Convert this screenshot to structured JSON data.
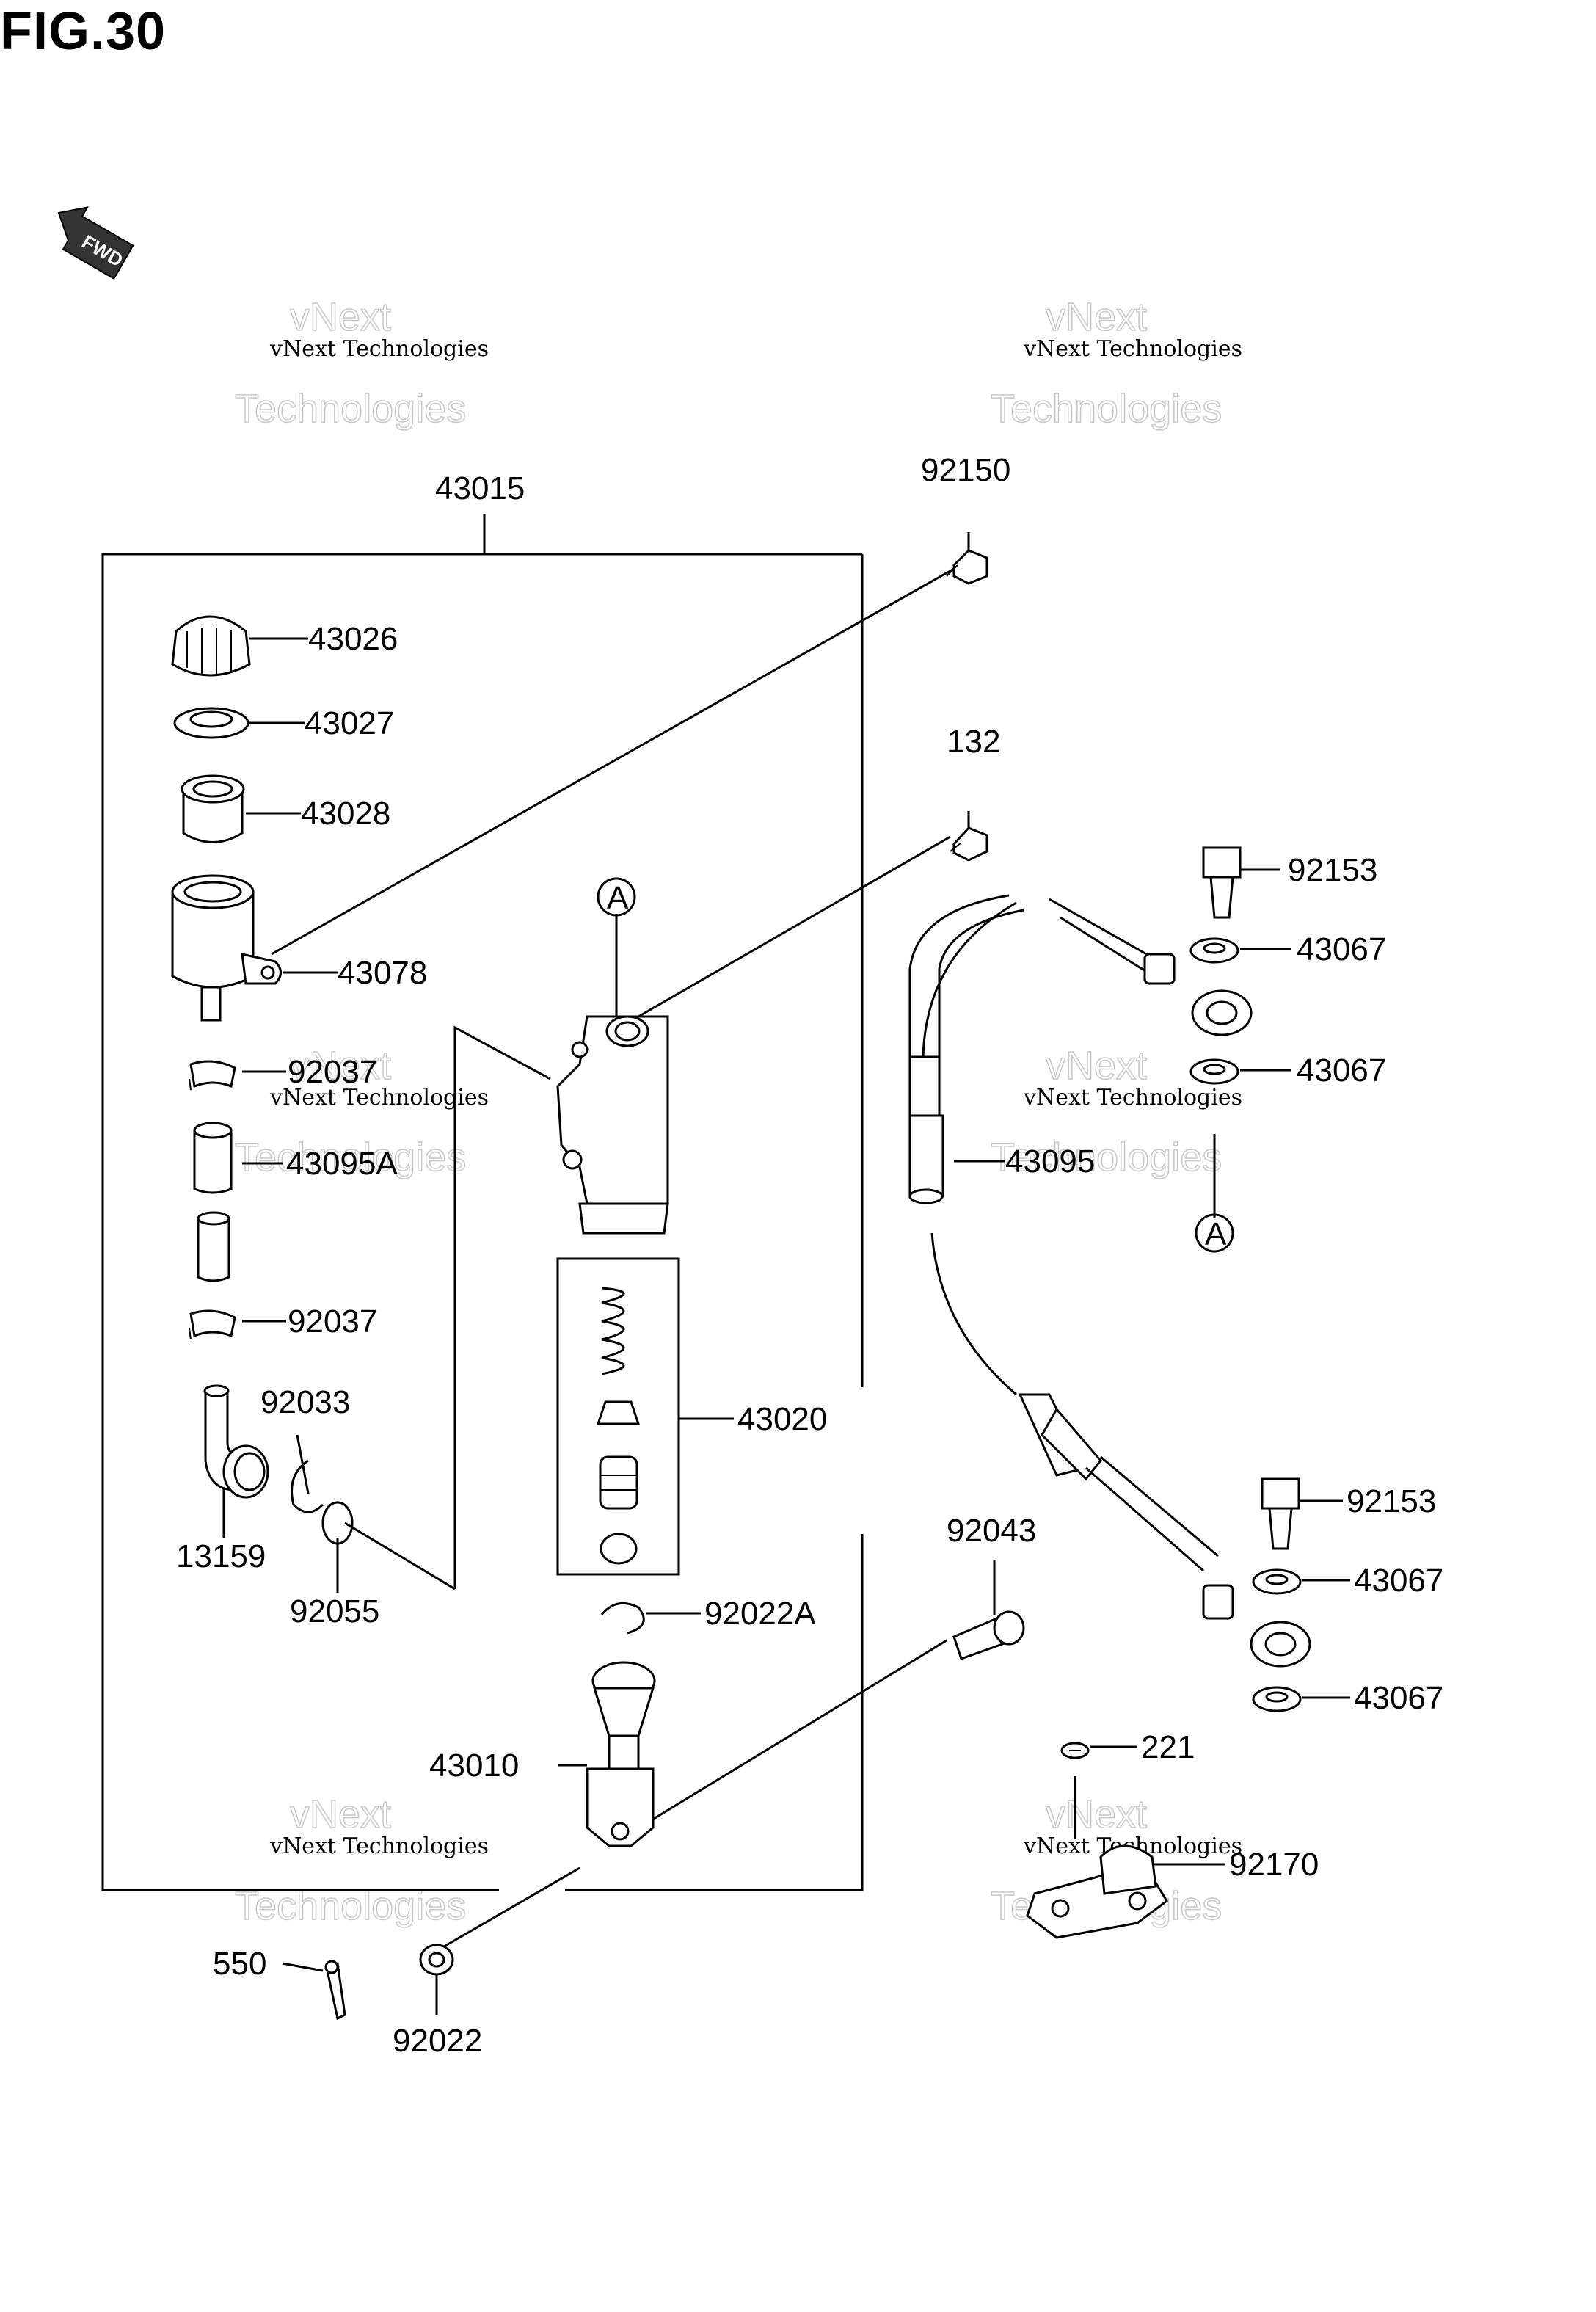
{
  "figure_title": "FIG.30",
  "fwd_label": "FWD",
  "ref_marker": "A",
  "watermark": {
    "line1": "vNext Technologies",
    "line2": "vNext",
    "line3": "Technologies"
  },
  "part_labels": {
    "p43015": "43015",
    "p92150": "92150",
    "p43026": "43026",
    "p43027": "43027",
    "p43028": "43028",
    "p43078": "43078",
    "p132": "132",
    "p92153a": "92153",
    "p43067a": "43067",
    "p43067b": "43067",
    "p92037a": "92037",
    "p43095a": "43095A",
    "p43095": "43095",
    "p92037b": "92037",
    "p92033": "92033",
    "p43020": "43020",
    "p13159": "13159",
    "p92055": "92055",
    "p92153b": "92153",
    "p43067c": "43067",
    "p92022a": "92022A",
    "p92043": "92043",
    "p43067d": "43067",
    "p221": "221",
    "p43010": "43010",
    "p92170": "92170",
    "p550": "550",
    "p92022": "92022"
  }
}
